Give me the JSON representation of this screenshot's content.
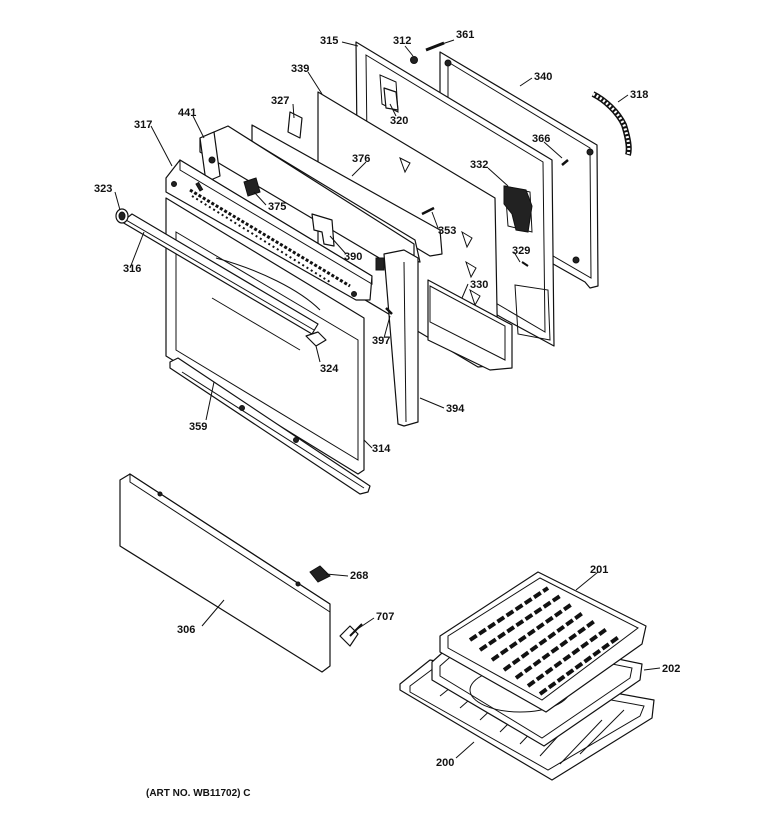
{
  "diagram": {
    "caption": "(ART NO. WB11702) C",
    "callouts": {
      "c315": "315",
      "c312": "312",
      "c361": "361",
      "c339": "339",
      "c340": "340",
      "c318": "318",
      "c327": "327",
      "c320": "320",
      "c441": "441",
      "c317": "317",
      "c376": "376",
      "c366": "366",
      "c332": "332",
      "c323": "323",
      "c375": "375",
      "c353": "353",
      "c316": "316",
      "c390": "390",
      "c329": "329",
      "c330": "330",
      "c397": "397",
      "c324": "324",
      "c394": "394",
      "c359": "359",
      "c314": "314",
      "c268": "268",
      "c707": "707",
      "c306": "306",
      "c201": "201",
      "c202": "202",
      "c200": "200"
    }
  }
}
